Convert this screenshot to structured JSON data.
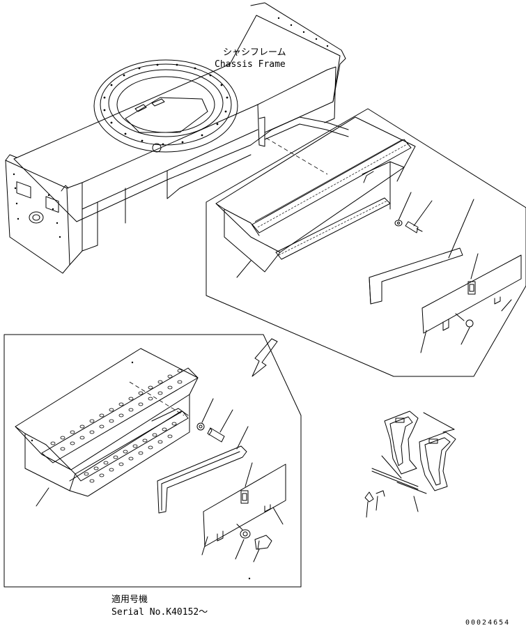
{
  "labels": {
    "chassis_jp": "シャシフレーム",
    "chassis_en": "Chassis Frame",
    "serial_jp": "適用号機",
    "serial_en": "Serial No.K40152～",
    "drawing_code": "00024654"
  },
  "colors": {
    "line": "#000000",
    "background": "#ffffff"
  }
}
